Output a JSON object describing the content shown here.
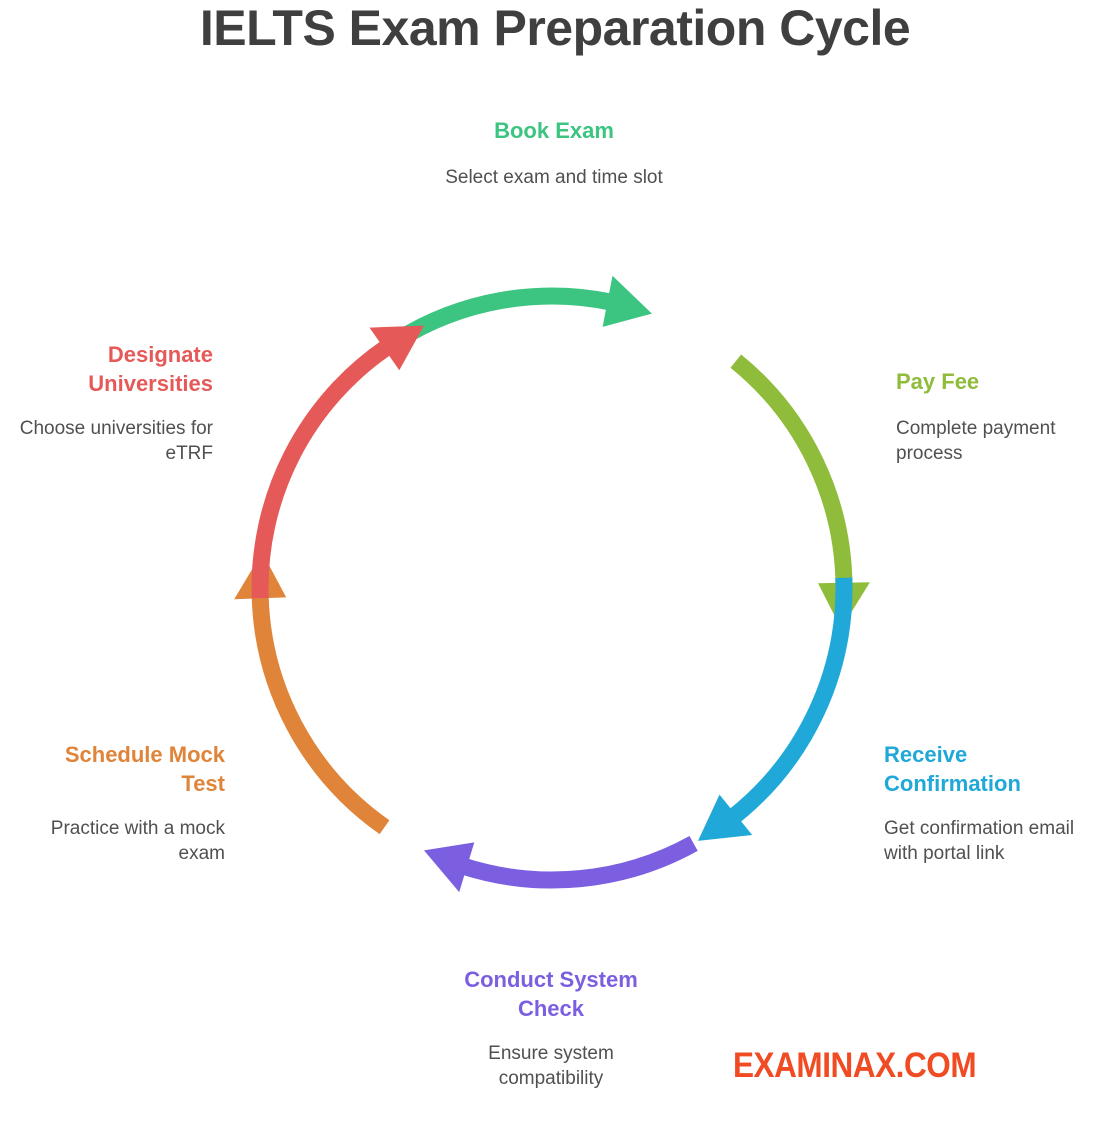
{
  "title": "IELTS Exam Preparation Cycle",
  "steps": [
    {
      "id": "book",
      "label": "Book Exam",
      "description": "Select exam and time slot",
      "color": "#3cc481"
    },
    {
      "id": "pay",
      "label": "Pay Fee",
      "description": "Complete payment process",
      "color": "#8fbc3b"
    },
    {
      "id": "confirm",
      "label": "Receive Confirmation",
      "description": "Get confirmation email with portal link",
      "color": "#1fa8d8"
    },
    {
      "id": "check",
      "label": "Conduct System Check",
      "description": "Ensure system compatibility",
      "color": "#7c5fe0"
    },
    {
      "id": "mock",
      "label": "Schedule Mock Test",
      "description": "Practice with a mock exam",
      "color": "#e0843a"
    },
    {
      "id": "univ",
      "label": "Designate Universities",
      "description": "Choose universities for eTRF",
      "color": "#e55a58"
    }
  ],
  "brand": "EXAMINAX.COM",
  "brand_color": "#f04b23"
}
